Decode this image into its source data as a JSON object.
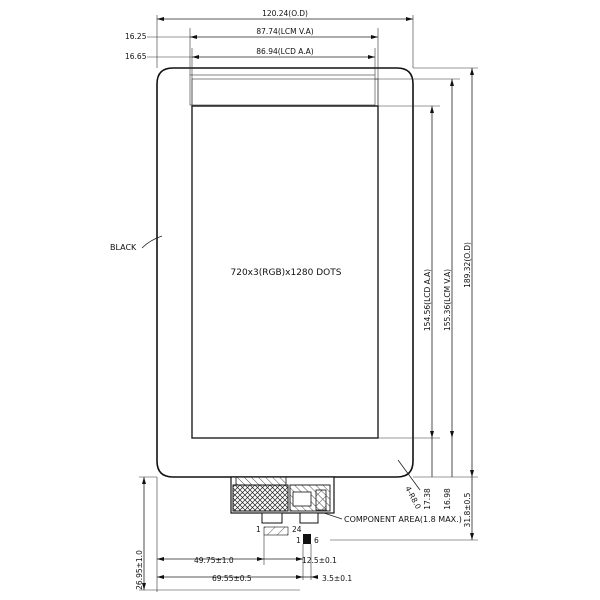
{
  "dimensions": {
    "od_width": "120.24(O.D)",
    "lcm_va_width": "87.74(LCM V.A)",
    "lcd_aa_width": "86.94(LCD A.A)",
    "left_offset_va": "16.25",
    "left_offset_aa": "16.65",
    "lcd_aa_height": "154.56(LCD A.A)",
    "lcm_va_height": "155.36(LCM V.A)",
    "od_height": "189.32(O.D)",
    "bottom_aa": "17.38",
    "bottom_va": "16.98",
    "fpc_length": "31.8±0.5",
    "corner_radius": "4-R8.0",
    "fpc_total_length": "26.95±1.0",
    "fpc_offset_1": "49.75±1.0",
    "fpc_offset_2": "69.55±0.5",
    "connector_offset_1": "12.5±0.1",
    "connector_offset_2": "3.5±0.1"
  },
  "labels": {
    "resolution": "720x3(RGB)x1280 DOTS",
    "black": "BLACK",
    "component_area": "COMPONENT AREA(1.8 MAX.)",
    "pin_1_main": "1",
    "pin_24": "24",
    "pin_1_small": "1",
    "pin_6": "6"
  },
  "colors": {
    "line": "#222222",
    "background": "#ffffff"
  }
}
